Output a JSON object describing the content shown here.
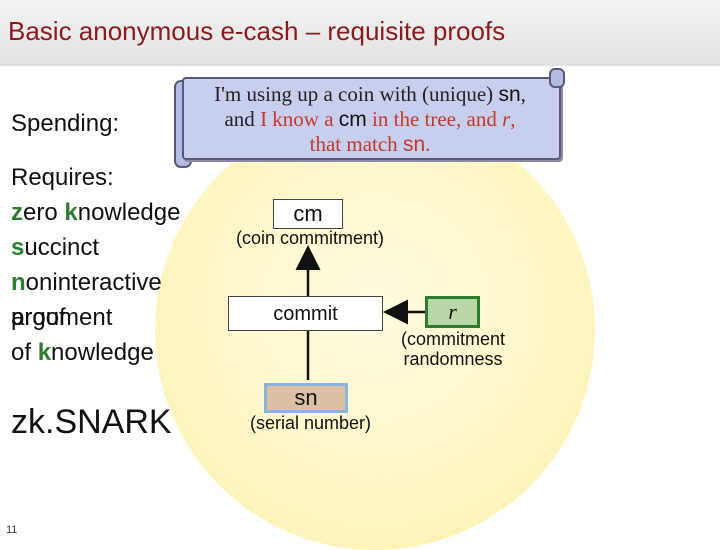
{
  "title": "Basic anonymous e-cash – requisite proofs",
  "spending_label": "Spending:",
  "requires": {
    "heading": "Requires:",
    "lines": [
      {
        "bold": "z",
        "rest": "ero knowledge",
        "bold2": "k"
      },
      {
        "bold": "s",
        "rest": "uccinct"
      },
      {
        "bold": "n",
        "rest": "oninteractive"
      },
      {
        "overlap_a": "argument",
        "overlap_b": "proof"
      },
      {
        "pre": "of ",
        "bold": "k",
        "rest": "nowledge"
      }
    ]
  },
  "acronym": "zk.SNARK",
  "scroll": {
    "line1_a": "I'm using up a coin with (unique) ",
    "line1_b": "sn",
    "line1_c": ",",
    "line2_a": "and ",
    "line2_b": "I know a ",
    "line2_c": "cm",
    "line2_d": " in the tree, and ",
    "line2_e": "r",
    "line2_f": ",",
    "line3_a": "that match ",
    "line3_b": "sn",
    "line3_c": "."
  },
  "diagram": {
    "cm_label": "cm",
    "cm_caption": "(coin commitment)",
    "commit_label": "commit",
    "r_label": "r",
    "r_caption_1": "(commitment",
    "r_caption_2": "randomness",
    "sn_label": "sn",
    "sn_caption": "(serial number)"
  },
  "page_number": "11",
  "colors": {
    "title": "#8b1a1a",
    "accent_green": "#2e7d32",
    "accent_red": "#c0392b",
    "scroll_fill": "#c8cfee",
    "circle_fill": "#fff6c4"
  }
}
